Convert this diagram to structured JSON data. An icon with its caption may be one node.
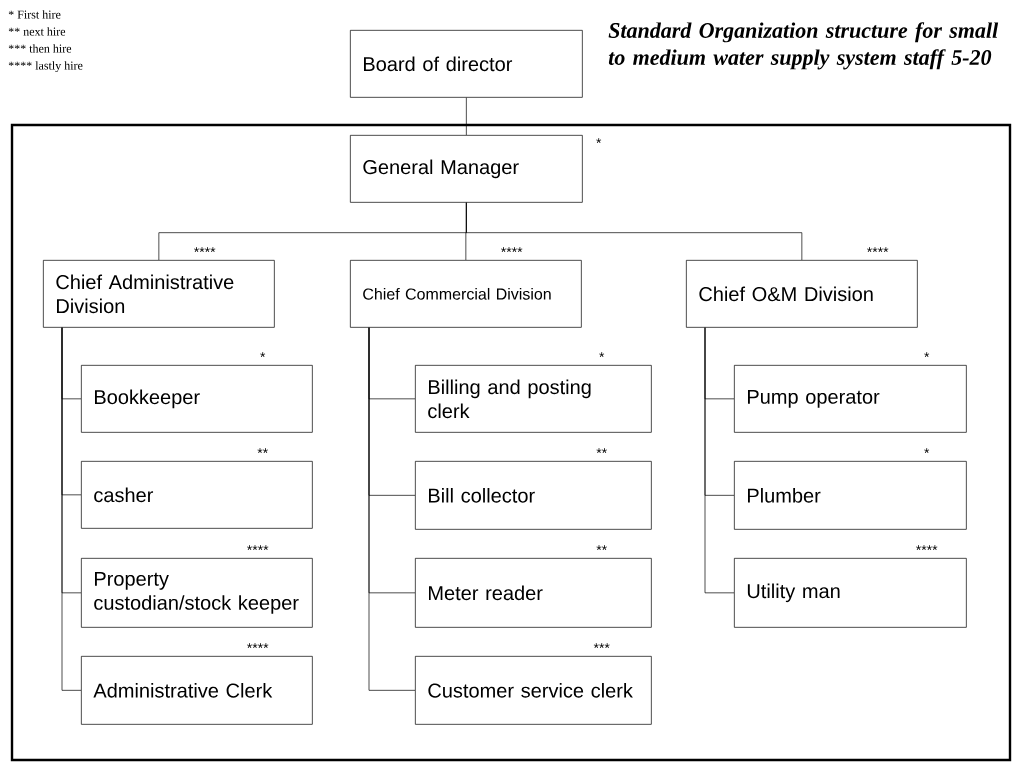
{
  "diagram": {
    "title": "Standard Organization structure for small to medium water supply system staff 5-20",
    "nodes": [
      {
        "text": [
          "Board of director"
        ]
      },
      {
        "text": [
          "General Manager"
        ],
        "beside": [
          "*"
        ]
      },
      {
        "text": [
          "Chief Administrative Division"
        ],
        "beside": [
          "****"
        ]
      },
      {
        "text": [
          "Chief Commercial Division"
        ],
        "beside": [
          "****"
        ]
      },
      {
        "text": [
          "Chief O&M Division"
        ],
        "beside": [
          "****"
        ]
      },
      {
        "text": [
          "Bookkeeper"
        ],
        "beside": [
          "*"
        ]
      },
      {
        "text": [
          "casher"
        ],
        "beside": [
          "**"
        ]
      },
      {
        "text": [
          "Property custodian/stock keeper"
        ],
        "beside": [
          "****"
        ]
      },
      {
        "text": [
          "Administrative Clerk"
        ],
        "beside": [
          "****"
        ]
      },
      {
        "text": [
          "Billing and posting clerk"
        ],
        "beside": [
          "*"
        ]
      },
      {
        "text": [
          "Bill collector"
        ],
        "beside": [
          "**"
        ]
      },
      {
        "text": [
          "Meter reader"
        ],
        "beside": [
          "**"
        ]
      },
      {
        "text": [
          "Customer service clerk"
        ],
        "beside": [
          "***"
        ]
      },
      {
        "text": [
          "Pump operator"
        ],
        "beside": [
          "*"
        ]
      },
      {
        "text": [
          "Plumber"
        ],
        "beside": [
          "*"
        ]
      },
      {
        "text": [
          "Utility man"
        ],
        "beside": [
          "****"
        ]
      }
    ],
    "edges": [
      {
        "from": 0,
        "to": 1,
        "arrow": "none"
      },
      {
        "from": 1,
        "to": 2,
        "arrow": "none"
      },
      {
        "from": 1,
        "to": 3,
        "arrow": "none"
      },
      {
        "from": 1,
        "to": 4,
        "arrow": "none"
      },
      {
        "from": 2,
        "to": 5,
        "arrow": "none"
      },
      {
        "from": 2,
        "to": 6,
        "arrow": "none"
      },
      {
        "from": 2,
        "to": 7,
        "arrow": "none"
      },
      {
        "from": 2,
        "to": 8,
        "arrow": "none"
      },
      {
        "from": 3,
        "to": 9,
        "arrow": "none"
      },
      {
        "from": 3,
        "to": 10,
        "arrow": "none"
      },
      {
        "from": 3,
        "to": 11,
        "arrow": "none"
      },
      {
        "from": 3,
        "to": 12,
        "arrow": "none"
      },
      {
        "from": 4,
        "to": 13,
        "arrow": "none"
      },
      {
        "from": 4,
        "to": 14,
        "arrow": "none"
      },
      {
        "from": 4,
        "to": 15,
        "arrow": "none"
      }
    ],
    "labels": [
      "* First hire",
      "** next hire",
      "*** then hire",
      "**** lastly hire"
    ]
  }
}
